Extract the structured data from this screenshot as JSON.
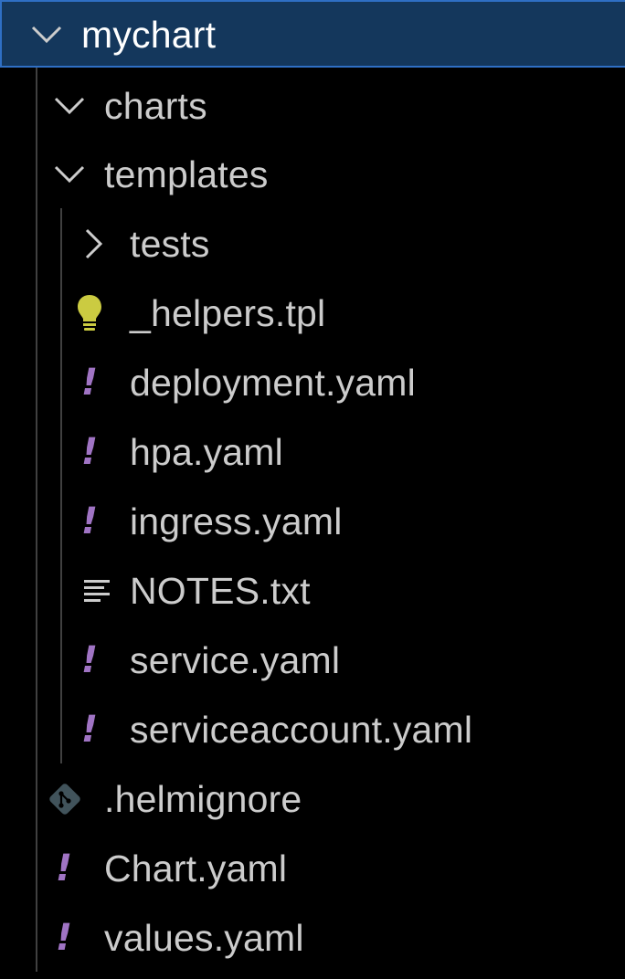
{
  "root": {
    "label": "mychart",
    "expanded": true
  },
  "tree": [
    {
      "label": "charts",
      "type": "folder",
      "expanded": true,
      "depth": 1
    },
    {
      "label": "templates",
      "type": "folder",
      "expanded": true,
      "depth": 1
    },
    {
      "label": "tests",
      "type": "folder",
      "expanded": false,
      "depth": 2
    },
    {
      "label": "_helpers.tpl",
      "type": "file",
      "icon": "lightbulb-icon",
      "depth": 2
    },
    {
      "label": "deployment.yaml",
      "type": "file",
      "icon": "yaml-icon",
      "depth": 2
    },
    {
      "label": "hpa.yaml",
      "type": "file",
      "icon": "yaml-icon",
      "depth": 2
    },
    {
      "label": "ingress.yaml",
      "type": "file",
      "icon": "yaml-icon",
      "depth": 2
    },
    {
      "label": "NOTES.txt",
      "type": "file",
      "icon": "text-file-icon",
      "depth": 2
    },
    {
      "label": "service.yaml",
      "type": "file",
      "icon": "yaml-icon",
      "depth": 2
    },
    {
      "label": "serviceaccount.yaml",
      "type": "file",
      "icon": "yaml-icon",
      "depth": 2
    },
    {
      "label": ".helmignore",
      "type": "file",
      "icon": "git-icon",
      "depth": 1
    },
    {
      "label": "Chart.yaml",
      "type": "file",
      "icon": "yaml-icon",
      "depth": 1
    },
    {
      "label": "values.yaml",
      "type": "file",
      "icon": "yaml-icon",
      "depth": 1
    }
  ],
  "colors": {
    "background": "#000000",
    "selection": "#14375c",
    "selection_border": "#2f6fc4",
    "text": "#cccccc",
    "yaml_icon": "#a074c4",
    "lightbulb_icon": "#cbcb41",
    "git_icon": "#41535b"
  }
}
